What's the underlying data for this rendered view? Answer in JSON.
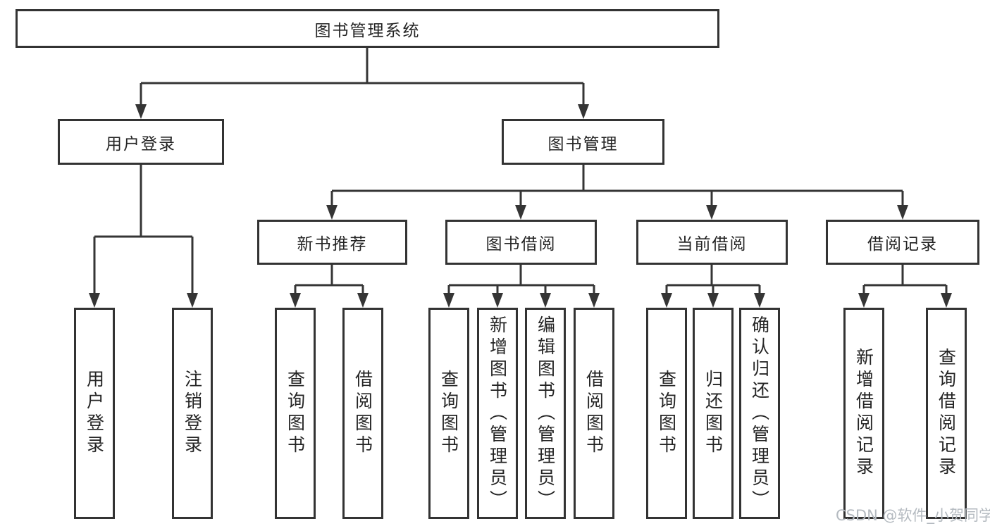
{
  "tree": {
    "label": "图书管理系统",
    "children": [
      {
        "label": "用户登录",
        "children": [
          {
            "label": "用户登录"
          },
          {
            "label": "注销登录"
          }
        ]
      },
      {
        "label": "图书管理",
        "children": [
          {
            "label": "新书推荐",
            "children": [
              {
                "label": "查询图书"
              },
              {
                "label": "借阅图书"
              }
            ]
          },
          {
            "label": "图书借阅",
            "children": [
              {
                "label": "查询图书"
              },
              {
                "label": "新增图书（管理员）"
              },
              {
                "label": "编辑图书（管理员）"
              },
              {
                "label": "借阅图书"
              }
            ]
          },
          {
            "label": "当前借阅",
            "children": [
              {
                "label": "查询图书"
              },
              {
                "label": "归还图书"
              },
              {
                "label": "确认归还（管理员）"
              }
            ]
          },
          {
            "label": "借阅记录",
            "children": [
              {
                "label": "新增借阅记录"
              },
              {
                "label": "查询借阅记录"
              }
            ]
          }
        ]
      }
    ]
  },
  "watermark": {
    "text": "CSDN @软件_小贺同学"
  },
  "colors": {
    "line": "#353535",
    "box_border": "#333333",
    "text": "#242424",
    "watermark": "#b4bac0",
    "background": "#ffffff"
  }
}
